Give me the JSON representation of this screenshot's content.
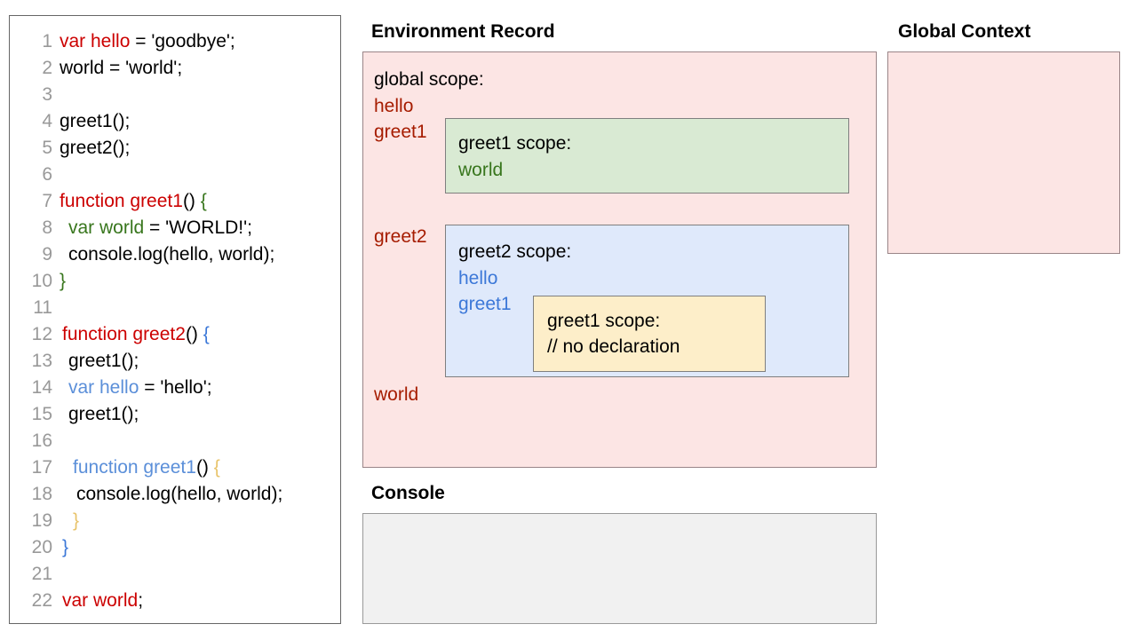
{
  "code_panel": {
    "lines": [
      {
        "num": "1",
        "indent": 0,
        "tokens": [
          {
            "t": "var hello",
            "c": "red"
          },
          {
            "t": " = 'goodbye';",
            "c": "black"
          }
        ]
      },
      {
        "num": "2",
        "indent": 0,
        "tokens": [
          {
            "t": "world = 'world';",
            "c": "black"
          }
        ]
      },
      {
        "num": "3",
        "indent": 0,
        "tokens": [
          {
            "t": "",
            "c": "black"
          }
        ]
      },
      {
        "num": "4",
        "indent": 0,
        "tokens": [
          {
            "t": "greet1();",
            "c": "black"
          }
        ]
      },
      {
        "num": "5",
        "indent": 0,
        "tokens": [
          {
            "t": "greet2();",
            "c": "black"
          }
        ]
      },
      {
        "num": "6",
        "indent": 0,
        "tokens": [
          {
            "t": "",
            "c": "black"
          }
        ]
      },
      {
        "num": "7",
        "indent": 0,
        "tokens": [
          {
            "t": "function greet1",
            "c": "red"
          },
          {
            "t": "() ",
            "c": "black"
          },
          {
            "t": "{",
            "c": "greenbrace"
          }
        ]
      },
      {
        "num": "8",
        "indent": 1,
        "tokens": [
          {
            "t": "var world",
            "c": "green"
          },
          {
            "t": " = 'WORLD!';",
            "c": "black"
          }
        ]
      },
      {
        "num": "9",
        "indent": 1,
        "tokens": [
          {
            "t": "console.log(hello, world);",
            "c": "black"
          }
        ]
      },
      {
        "num": "10",
        "indent": 0,
        "tokens": [
          {
            "t": "}",
            "c": "greenbrace"
          }
        ]
      },
      {
        "num": "11",
        "indent": 0,
        "tokens": [
          {
            "t": "",
            "c": "black"
          }
        ]
      },
      {
        "num": "12",
        "indent": 0.3,
        "tokens": [
          {
            "t": "function greet2",
            "c": "red"
          },
          {
            "t": "() ",
            "c": "black"
          },
          {
            "t": "{",
            "c": "bluebrace"
          }
        ]
      },
      {
        "num": "13",
        "indent": 1,
        "tokens": [
          {
            "t": "greet1();",
            "c": "black"
          }
        ]
      },
      {
        "num": "14",
        "indent": 1,
        "tokens": [
          {
            "t": "var hello",
            "c": "blue"
          },
          {
            "t": " = 'hello';",
            "c": "black"
          }
        ]
      },
      {
        "num": "15",
        "indent": 1,
        "tokens": [
          {
            "t": "greet1();",
            "c": "black"
          }
        ]
      },
      {
        "num": "16",
        "indent": 1,
        "tokens": [
          {
            "t": "",
            "c": "black"
          }
        ]
      },
      {
        "num": "17",
        "indent": 1.5,
        "tokens": [
          {
            "t": "function greet1",
            "c": "blue"
          },
          {
            "t": "() ",
            "c": "black"
          },
          {
            "t": "{",
            "c": "orange"
          }
        ]
      },
      {
        "num": "18",
        "indent": 1.9,
        "tokens": [
          {
            "t": "console.log(hello, world);",
            "c": "black"
          }
        ]
      },
      {
        "num": "19",
        "indent": 1.5,
        "tokens": [
          {
            "t": "}",
            "c": "orange"
          }
        ]
      },
      {
        "num": "20",
        "indent": 0.3,
        "tokens": [
          {
            "t": "}",
            "c": "bluebrace"
          }
        ]
      },
      {
        "num": "21",
        "indent": 0,
        "tokens": [
          {
            "t": "",
            "c": "black"
          }
        ]
      },
      {
        "num": "22",
        "indent": 0.3,
        "tokens": [
          {
            "t": "var world",
            "c": "red"
          },
          {
            "t": ";",
            "c": "black"
          }
        ]
      }
    ]
  },
  "environment_record": {
    "title": "Environment Record",
    "global_scope": {
      "label": "global scope:",
      "bindings": [
        "hello",
        "greet1",
        "greet2",
        "world"
      ]
    },
    "greet1_scope": {
      "title": "greet1 scope:",
      "bindings": [
        "world"
      ]
    },
    "greet2_scope": {
      "title": "greet2 scope:",
      "bindings": [
        "hello",
        "greet1"
      ]
    },
    "greet1_inner_scope": {
      "title": "greet1 scope:",
      "bindings": [
        "// no declaration"
      ]
    }
  },
  "global_context": {
    "title": "Global Context",
    "content": ""
  },
  "console": {
    "title": "Console",
    "content": ""
  },
  "colors": {
    "pink": "#fce5e4",
    "green": "#d9ead3",
    "blue": "#dfe9fb",
    "yellow": "#fdeec9",
    "gray": "#f1f1f1",
    "red_text": "#a61c00",
    "green_text": "#38761d",
    "blue_text": "#3c78d8",
    "code_red": "#cc0000",
    "code_orange": "#e8c36a",
    "line_number": "#999999"
  }
}
